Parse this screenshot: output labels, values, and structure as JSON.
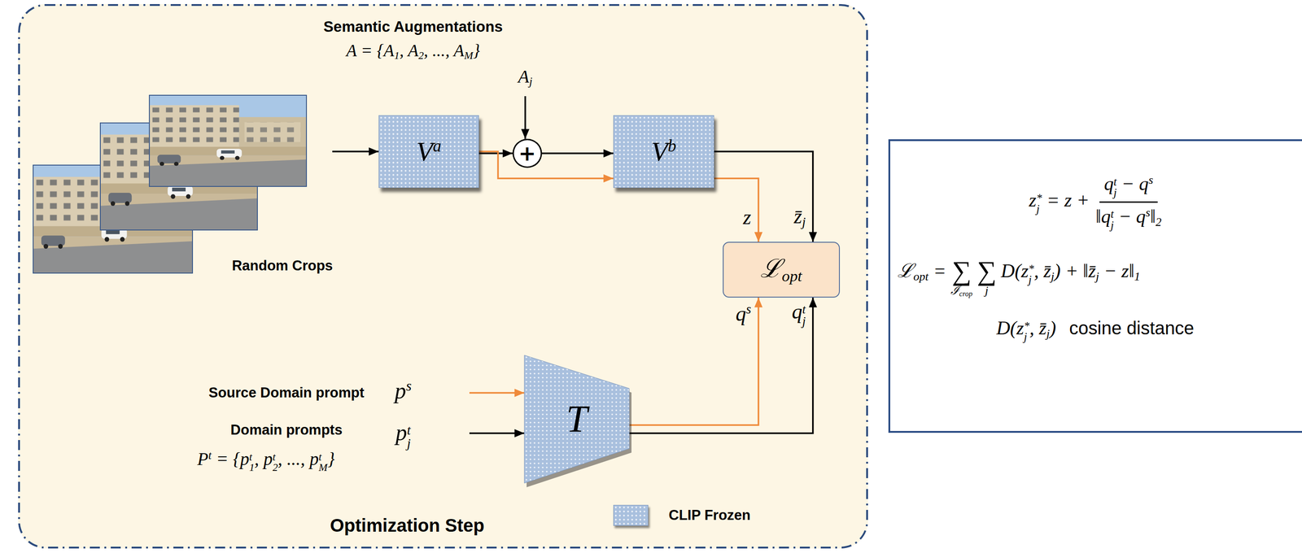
{
  "diagram": {
    "nodes": [
      {
        "text": [
          "Optimization Step"
        ]
      },
      {
        "text": [
          "Va"
        ],
        "in": 0
      },
      {
        "text": [
          "+"
        ],
        "in": 0
      },
      {
        "text": [
          "Vb"
        ],
        "in": 0
      },
      {
        "text": [
          "ℒopt"
        ],
        "in": 0
      },
      {
        "text": [
          "T"
        ],
        "in": 0
      },
      {
        "text": [
          "z*j = z +",
          "qtj − qs",
          "‖qtj − qs‖2",
          "ℒopt =",
          "∑",
          "ℐcrop",
          "∑",
          "j",
          "D(z*j, z̄j) + ‖z̄j − z‖1",
          "D(z*j, z̄j) cosine distance"
        ]
      }
    ],
    "edges": [
      {
        "from": 1,
        "to": 2,
        "arrow": "to"
      },
      {
        "from": 2,
        "to": 3,
        "arrow": "to"
      },
      {
        "from": 1,
        "to": 3,
        "arrow": "to"
      },
      {
        "from": 3,
        "to": 4,
        "arrow": "to",
        "label": "z"
      },
      {
        "from": 3,
        "to": 4,
        "arrow": "to",
        "label": "z̄j"
      },
      {
        "from": 5,
        "to": 4,
        "arrow": "to",
        "label": "qs"
      },
      {
        "from": 5,
        "to": 4,
        "arrow": "to",
        "label": "qtj"
      }
    ],
    "labels": [
      "Semantic Augmentations",
      "A = {A1, A2, ..., AM}",
      "Aj",
      "Random Crops",
      "Source Domain prompt",
      "ps",
      "Domain prompts",
      "Pt = {pt1, pt2, ..., ptM}",
      "ptj"
    ],
    "legend": [
      {
        "text": "CLIP Frozen",
        "color": "#a9c0de"
      }
    ]
  }
}
